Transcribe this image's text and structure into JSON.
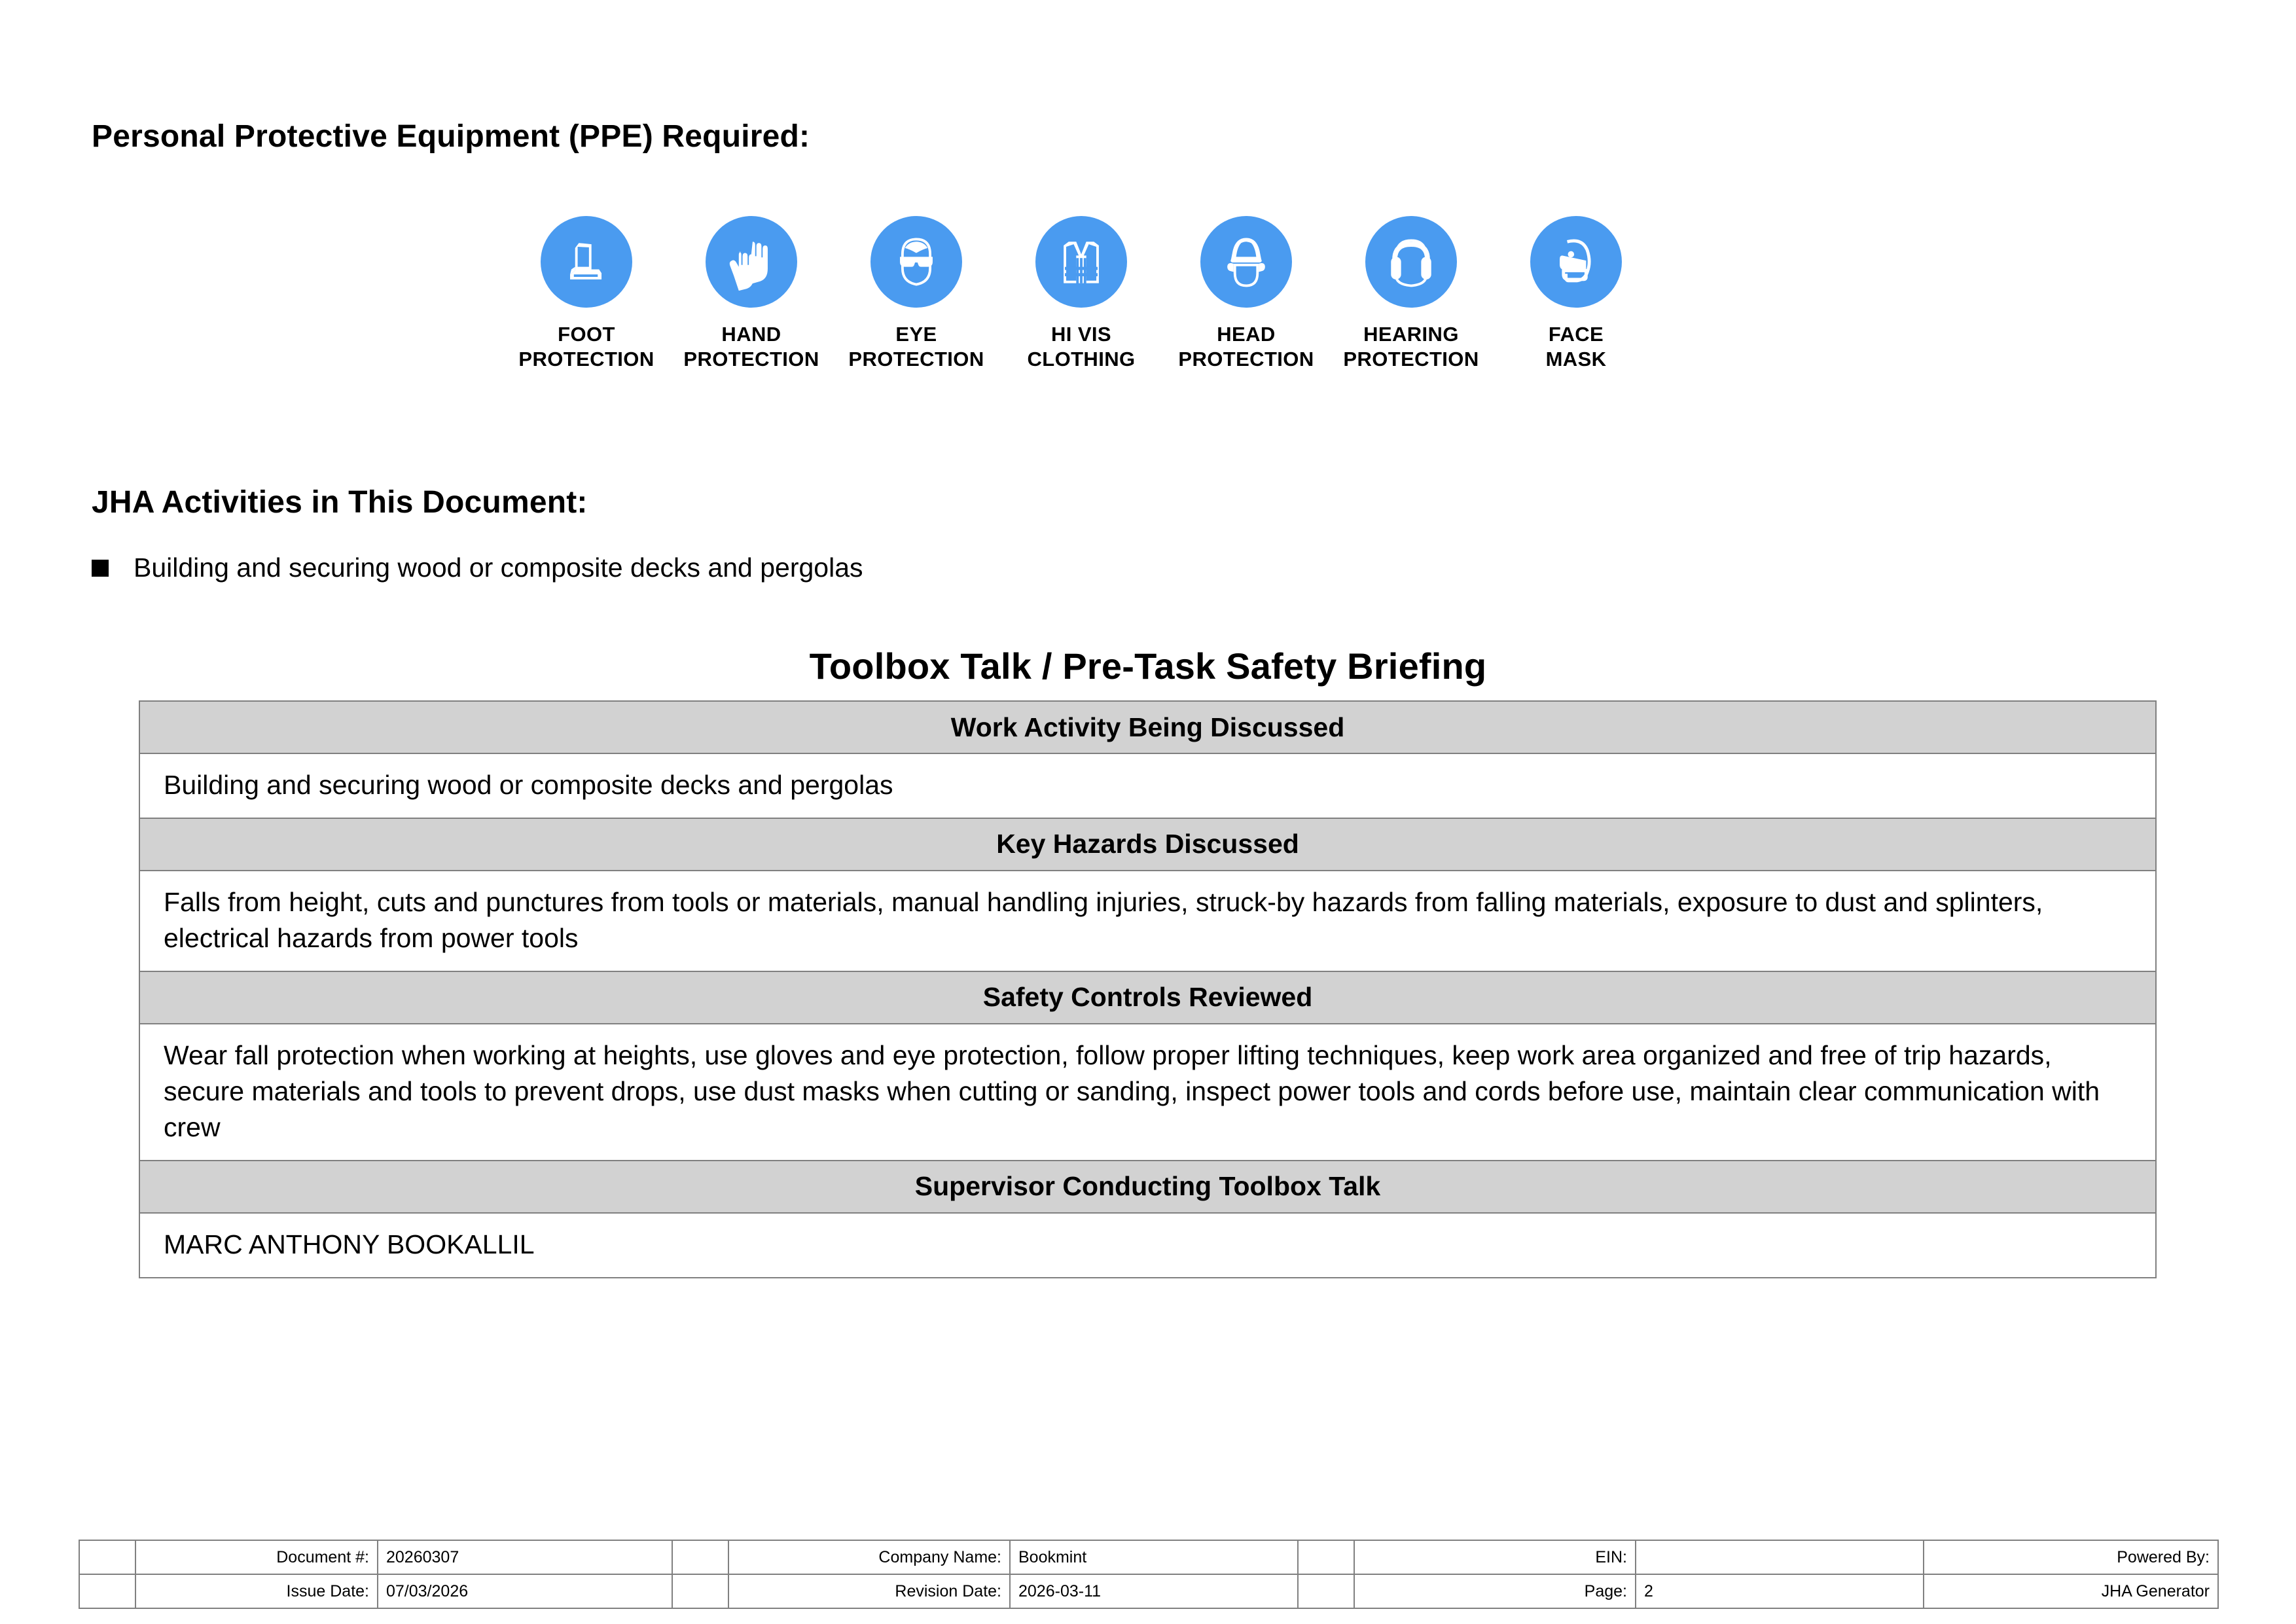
{
  "ppe": {
    "heading": "Personal Protective Equipment (PPE) Required:",
    "accent_color": "#4a9bf0",
    "items": [
      {
        "icon": "safety-boot-icon",
        "line1": "FOOT",
        "line2": "PROTECTION"
      },
      {
        "icon": "safety-gloves-icon",
        "line1": "HAND",
        "line2": "PROTECTION"
      },
      {
        "icon": "safety-goggles-icon",
        "line1": "EYE",
        "line2": "PROTECTION"
      },
      {
        "icon": "hi-vis-vest-icon",
        "line1": "HI VIS",
        "line2": "CLOTHING"
      },
      {
        "icon": "hard-hat-icon",
        "line1": "HEAD",
        "line2": "PROTECTION"
      },
      {
        "icon": "ear-muffs-icon",
        "line1": "HEARING",
        "line2": "PROTECTION"
      },
      {
        "icon": "face-mask-icon",
        "line1": "FACE",
        "line2": "MASK"
      }
    ]
  },
  "jha": {
    "heading": "JHA Activities in This Document:",
    "activities": [
      "Building and securing wood or composite decks and pergolas"
    ]
  },
  "toolbox": {
    "title": "Toolbox Talk / Pre-Task Safety Briefing",
    "header_bg": "#d2d2d2",
    "rows": [
      {
        "header": "Work Activity Being Discussed",
        "body": "Building and securing wood or composite decks and pergolas"
      },
      {
        "header": "Key Hazards Discussed",
        "body": "Falls from height, cuts and punctures from tools or materials, manual handling injuries, struck-by hazards from falling materials, exposure to dust and splinters, electrical hazards from power tools"
      },
      {
        "header": "Safety Controls Reviewed",
        "body": "Wear fall protection when working at heights, use gloves and eye protection, follow proper lifting techniques, keep work area organized and free of trip hazards, secure materials and tools to prevent drops, use dust masks when cutting or sanding, inspect power tools and cords before use, maintain clear communication with crew"
      },
      {
        "header": "Supervisor Conducting Toolbox Talk",
        "body": "MARC ANTHONY BOOKALLIL"
      }
    ]
  },
  "footer": {
    "row1": {
      "document_label": "Document #:",
      "document_value": "20260307",
      "company_label": "Company Name:",
      "company_value": "Bookmint",
      "ein_label": "EIN:",
      "ein_value": "",
      "powered_label": "Powered By:",
      "powered_value": ""
    },
    "row2": {
      "issue_label": "Issue Date:",
      "issue_value": "07/03/2026",
      "revision_label": "Revision Date:",
      "revision_value": "2026-03-11",
      "page_label": "Page:",
      "page_value": "2",
      "generator_label": "",
      "generator_value": "JHA Generator"
    }
  }
}
